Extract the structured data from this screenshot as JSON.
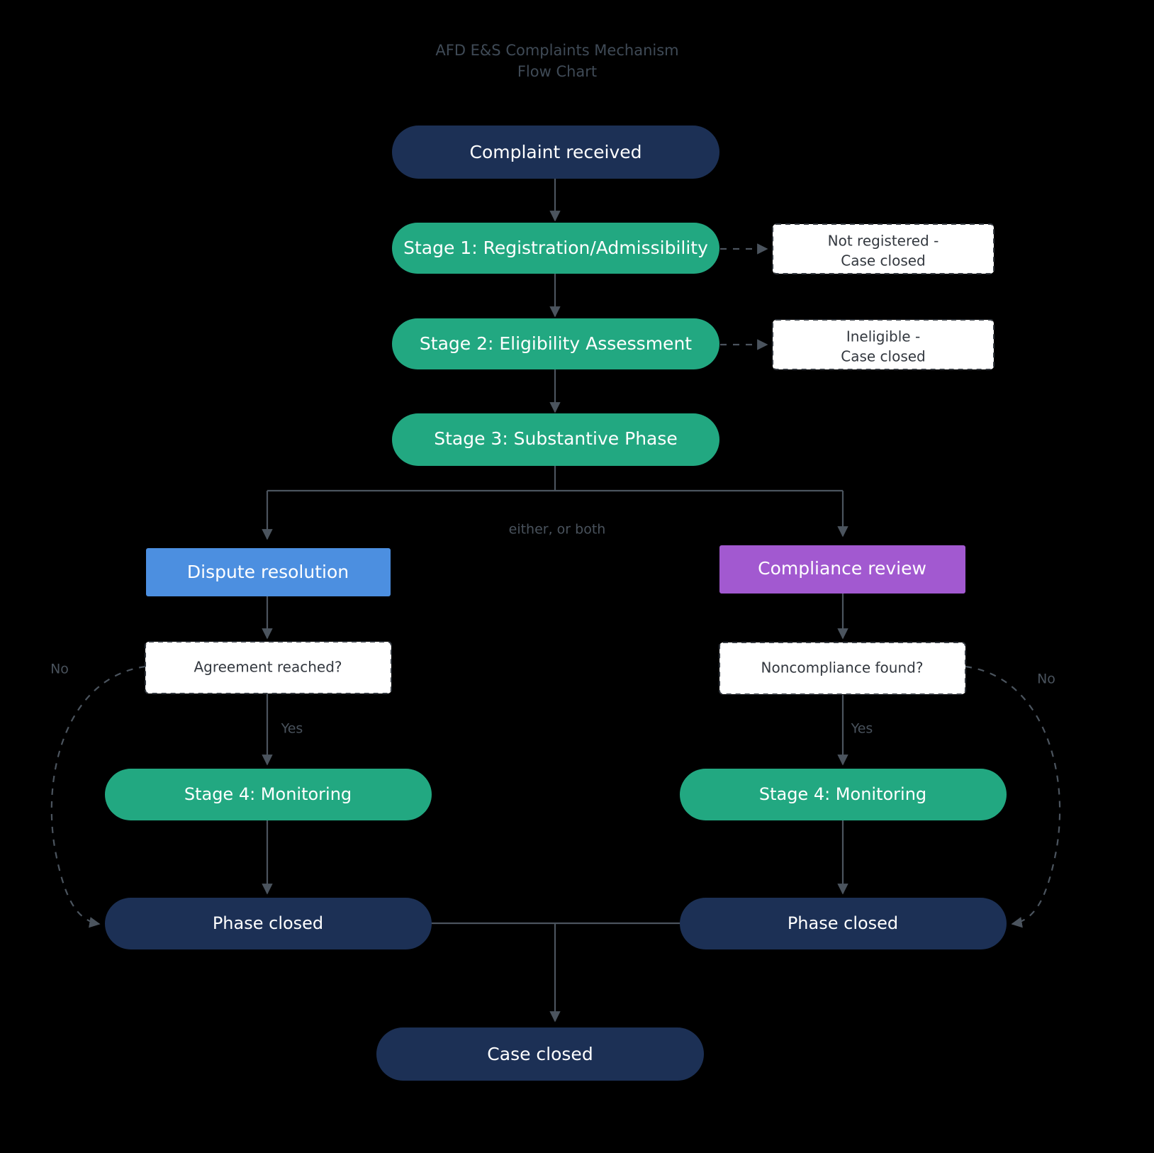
{
  "title": {
    "line1": "AFD E&S Complaints Mechanism",
    "line2": "Flow Chart"
  },
  "colors": {
    "background": "#000000",
    "navy": "#1c3055",
    "green": "#22a881",
    "blue": "#4c8fe0",
    "purple": "#a259d0",
    "white_box_fill": "#ffffff",
    "white_box_text": "#33383f",
    "edge": "#4b545e",
    "title_text": "#3f4a56"
  },
  "nodes": {
    "complaint_received": "Complaint received",
    "stage1": "Stage 1: Registration/Admissibility",
    "stage2": "Stage 2: Eligibility Assessment",
    "stage3": "Stage 3: Substantive Phase",
    "not_registered_l1": "Not registered -",
    "not_registered_l2": "Case closed",
    "ineligible_l1": "Ineligible -",
    "ineligible_l2": "Case closed",
    "dispute_resolution": "Dispute resolution",
    "compliance_review": "Compliance review",
    "agreement_reached": "Agreement reached?",
    "noncompliance_found": "Noncompliance found?",
    "stage4_left": "Stage 4: Monitoring",
    "stage4_right": "Stage 4: Monitoring",
    "phase_closed_left": "Phase closed",
    "phase_closed_right": "Phase closed",
    "case_closed": "Case closed"
  },
  "edge_labels": {
    "either_or_both": "either, or both",
    "no_left": "No",
    "yes_left": "Yes",
    "no_right": "No",
    "yes_right": "Yes"
  },
  "chart_data": {
    "type": "flowchart",
    "title": "AFD E&S Complaints Mechanism Flow Chart",
    "node_list": [
      {
        "id": "complaint_received",
        "label": "Complaint received",
        "shape": "stadium",
        "color": "#1c3055"
      },
      {
        "id": "stage1",
        "label": "Stage 1: Registration/Admissibility",
        "shape": "stadium",
        "color": "#22a881"
      },
      {
        "id": "not_registered",
        "label": "Not registered - Case closed",
        "shape": "dashed-rect",
        "color": "#ffffff"
      },
      {
        "id": "stage2",
        "label": "Stage 2: Eligibility Assessment",
        "shape": "stadium",
        "color": "#22a881"
      },
      {
        "id": "ineligible",
        "label": "Ineligible - Case closed",
        "shape": "dashed-rect",
        "color": "#ffffff"
      },
      {
        "id": "stage3",
        "label": "Stage 3: Substantive Phase",
        "shape": "stadium",
        "color": "#22a881"
      },
      {
        "id": "dispute_resolution",
        "label": "Dispute resolution",
        "shape": "rect",
        "color": "#4c8fe0"
      },
      {
        "id": "compliance_review",
        "label": "Compliance review",
        "shape": "rect",
        "color": "#a259d0"
      },
      {
        "id": "agreement_reached",
        "label": "Agreement reached?",
        "shape": "dashed-rect",
        "color": "#ffffff"
      },
      {
        "id": "noncompliance_found",
        "label": "Noncompliance found?",
        "shape": "dashed-rect",
        "color": "#ffffff"
      },
      {
        "id": "stage4_left",
        "label": "Stage 4: Monitoring",
        "shape": "stadium",
        "color": "#22a881"
      },
      {
        "id": "stage4_right",
        "label": "Stage 4: Monitoring",
        "shape": "stadium",
        "color": "#22a881"
      },
      {
        "id": "phase_closed_left",
        "label": "Phase closed",
        "shape": "stadium",
        "color": "#1c3055"
      },
      {
        "id": "phase_closed_right",
        "label": "Phase closed",
        "shape": "stadium",
        "color": "#1c3055"
      },
      {
        "id": "case_closed",
        "label": "Case closed",
        "shape": "stadium",
        "color": "#1c3055"
      }
    ],
    "edge_list": [
      {
        "from": "complaint_received",
        "to": "stage1",
        "style": "solid",
        "label": ""
      },
      {
        "from": "stage1",
        "to": "not_registered",
        "style": "dashed",
        "label": ""
      },
      {
        "from": "stage1",
        "to": "stage2",
        "style": "solid",
        "label": ""
      },
      {
        "from": "stage2",
        "to": "ineligible",
        "style": "dashed",
        "label": ""
      },
      {
        "from": "stage2",
        "to": "stage3",
        "style": "solid",
        "label": ""
      },
      {
        "from": "stage3",
        "to": "dispute_resolution",
        "style": "solid",
        "label": "either, or both"
      },
      {
        "from": "stage3",
        "to": "compliance_review",
        "style": "solid",
        "label": "either, or both"
      },
      {
        "from": "dispute_resolution",
        "to": "agreement_reached",
        "style": "solid",
        "label": ""
      },
      {
        "from": "compliance_review",
        "to": "noncompliance_found",
        "style": "solid",
        "label": ""
      },
      {
        "from": "agreement_reached",
        "to": "stage4_left",
        "style": "solid",
        "label": "Yes"
      },
      {
        "from": "agreement_reached",
        "to": "phase_closed_left",
        "style": "dashed",
        "label": "No"
      },
      {
        "from": "noncompliance_found",
        "to": "stage4_right",
        "style": "solid",
        "label": "Yes"
      },
      {
        "from": "noncompliance_found",
        "to": "phase_closed_right",
        "style": "dashed",
        "label": "No"
      },
      {
        "from": "stage4_left",
        "to": "phase_closed_left",
        "style": "solid",
        "label": ""
      },
      {
        "from": "stage4_right",
        "to": "phase_closed_right",
        "style": "solid",
        "label": ""
      },
      {
        "from": "phase_closed_left",
        "to": "case_closed",
        "style": "solid",
        "label": ""
      },
      {
        "from": "phase_closed_right",
        "to": "case_closed",
        "style": "solid",
        "label": ""
      }
    ]
  }
}
